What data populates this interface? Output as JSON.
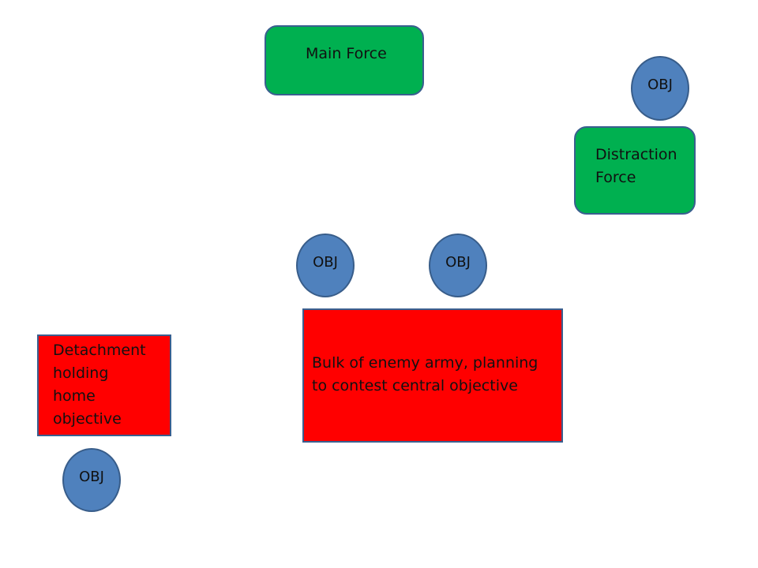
{
  "forces": {
    "main_force": "Main Force",
    "distraction_force": "Distraction\nForce",
    "detachment": "Detachment\nholding\nhome\nobjective",
    "enemy_bulk": "Bulk of enemy army, planning\nto contest central objective"
  },
  "objectives": {
    "top_right": "OBJ",
    "center_left": "OBJ",
    "center_right": "OBJ",
    "bottom_left": "OBJ"
  },
  "colors": {
    "friendly": "#00b050",
    "enemy": "#ff0000",
    "objective": "#4f81bd",
    "outline": "#385d8a"
  }
}
